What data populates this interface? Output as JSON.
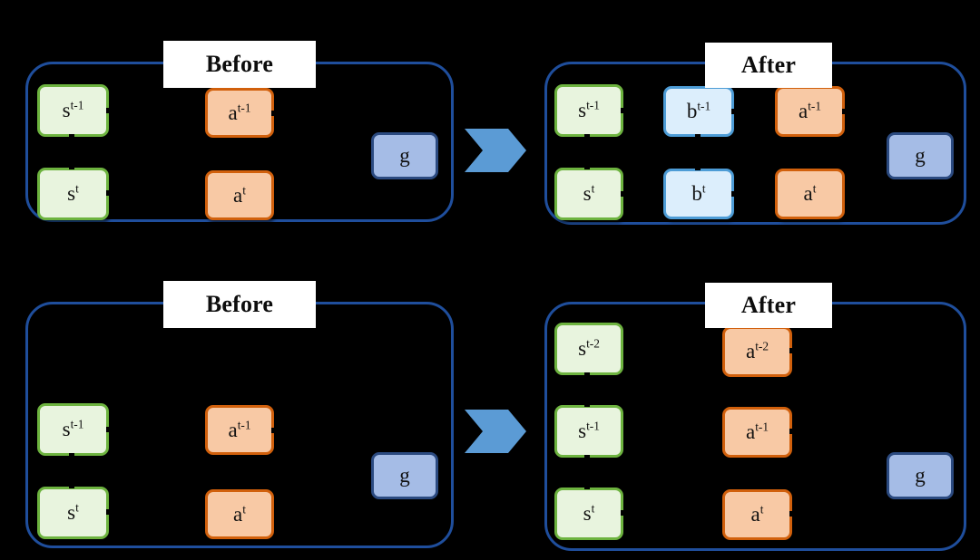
{
  "figure": {
    "background_color": "#000000",
    "panel_border_color": "#1f4e9c",
    "arrow_color": "#5b9bd5",
    "caption_before": "Before",
    "caption_after": "After"
  },
  "palette": {
    "state_fill": "#e8f4de",
    "state_border": "#6db33f",
    "action_fill": "#f8c9a5",
    "action_border": "#d1600c",
    "belief_fill": "#dceefc",
    "belief_border": "#4d9cd6",
    "goal_fill": "#a5bce6",
    "goal_border": "#2b4a80"
  },
  "rows": [
    {
      "id": "row-top",
      "before": {
        "caption": "Before",
        "nodes": [
          {
            "kind": "state",
            "base": "s",
            "exp": "t-1"
          },
          {
            "kind": "action",
            "base": "a",
            "exp": "t-1"
          },
          {
            "kind": "state",
            "base": "s",
            "exp": "t"
          },
          {
            "kind": "action",
            "base": "a",
            "exp": "t"
          },
          {
            "kind": "goal",
            "base": "g",
            "exp": ""
          }
        ]
      },
      "after": {
        "caption": "After",
        "nodes": [
          {
            "kind": "state",
            "base": "s",
            "exp": "t-1"
          },
          {
            "kind": "belief",
            "base": "b",
            "exp": "t-1"
          },
          {
            "kind": "action",
            "base": "a",
            "exp": "t-1"
          },
          {
            "kind": "state",
            "base": "s",
            "exp": "t"
          },
          {
            "kind": "belief",
            "base": "b",
            "exp": "t"
          },
          {
            "kind": "action",
            "base": "a",
            "exp": "t"
          },
          {
            "kind": "goal",
            "base": "g",
            "exp": ""
          }
        ]
      },
      "arrow": "double-chevron-right"
    },
    {
      "id": "row-bottom",
      "before": {
        "caption": "Before",
        "nodes": [
          {
            "kind": "state",
            "base": "s",
            "exp": "t-1"
          },
          {
            "kind": "action",
            "base": "a",
            "exp": "t-1"
          },
          {
            "kind": "state",
            "base": "s",
            "exp": "t"
          },
          {
            "kind": "action",
            "base": "a",
            "exp": "t"
          },
          {
            "kind": "goal",
            "base": "g",
            "exp": ""
          }
        ]
      },
      "after": {
        "caption": "After",
        "nodes": [
          {
            "kind": "state",
            "base": "s",
            "exp": "t-2"
          },
          {
            "kind": "action",
            "base": "a",
            "exp": "t-2"
          },
          {
            "kind": "state",
            "base": "s",
            "exp": "t-1"
          },
          {
            "kind": "action",
            "base": "a",
            "exp": "t-1"
          },
          {
            "kind": "state",
            "base": "s",
            "exp": "t"
          },
          {
            "kind": "action",
            "base": "a",
            "exp": "t"
          },
          {
            "kind": "goal",
            "base": "g",
            "exp": ""
          }
        ]
      },
      "arrow": "double-chevron-right"
    }
  ],
  "labels": {
    "s_t_minus_2": "s",
    "s_t_minus_1": "s",
    "s_t": "s",
    "a_t_minus_2": "a",
    "a_t_minus_1": "a",
    "a_t": "a",
    "b_t_minus_1": "b",
    "b_t": "b",
    "g": "g",
    "exp_t_minus_2": "t-2",
    "exp_t_minus_1": "t-1",
    "exp_t": "t"
  }
}
